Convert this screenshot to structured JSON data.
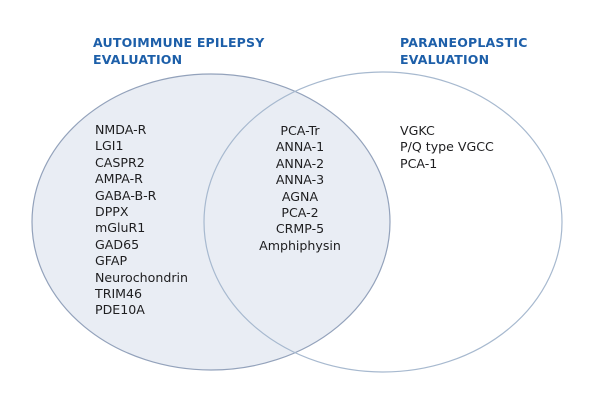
{
  "diagram": {
    "type": "venn",
    "background_color": "#ffffff",
    "left_set": {
      "title": [
        "AUTOIMMUNE EPILEPSY",
        "EVALUATION"
      ],
      "items": [
        "NMDA-R",
        "LGI1",
        "CASPR2",
        "AMPA-R",
        "GABA-B-R",
        "DPPX",
        "mGluR1",
        "GAD65",
        "GFAP",
        "Neurochondrin",
        "TRIM46",
        "PDE10A"
      ],
      "fill_color": "#e9edf4",
      "stroke_color": "#93a2bb"
    },
    "intersection": {
      "items": [
        "PCA-Tr",
        "ANNA-1",
        "ANNA-2",
        "ANNA-3",
        "AGNA",
        "PCA-2",
        "CRMP-5",
        "Amphiphysin"
      ]
    },
    "right_set": {
      "title": [
        "PARANEOPLASTIC",
        "EVALUATION"
      ],
      "items": [
        "VGKC",
        "P/Q type VGCC",
        "PCA-1"
      ],
      "fill_color": "none",
      "stroke_color": "#a7b9cf"
    },
    "colors": {
      "title_text": "#1d5fa9",
      "item_text": "#1e1e20"
    }
  }
}
